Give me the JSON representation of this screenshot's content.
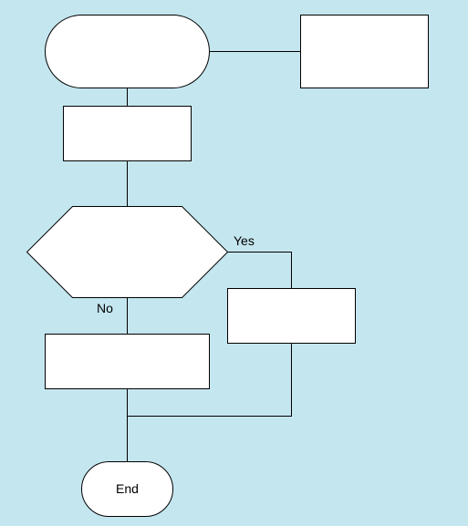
{
  "colors": {
    "background": "#c4e6ef",
    "shape_fill": "#ffffff",
    "stroke": "#000000"
  },
  "diagram": {
    "start_terminal_label": "",
    "side_box_label": "",
    "process_box_label": "",
    "decision_label": "",
    "no_branch_box_label": "",
    "yes_branch_box_label": "",
    "yes_edge_label": "Yes",
    "no_edge_label": "No",
    "end_terminal_label": "End"
  }
}
